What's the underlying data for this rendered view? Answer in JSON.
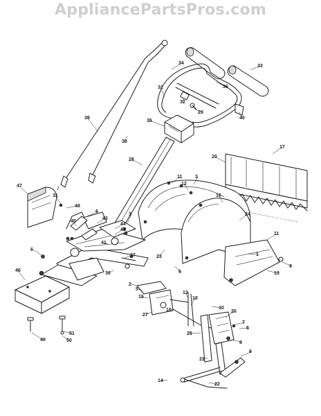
{
  "watermark": "AppliancePartsPros.com",
  "callouts": [
    {
      "id": "33",
      "label": "33"
    },
    {
      "id": "34",
      "label": "34"
    },
    {
      "id": "36",
      "label": "36"
    },
    {
      "id": "31a",
      "label": "31"
    },
    {
      "id": "32",
      "label": "32"
    },
    {
      "id": "29",
      "label": "29"
    },
    {
      "id": "40",
      "label": "40"
    },
    {
      "id": "39",
      "label": "39"
    },
    {
      "id": "35",
      "label": "35"
    },
    {
      "id": "38",
      "label": "38"
    },
    {
      "id": "17",
      "label": "17"
    },
    {
      "id": "20",
      "label": "20"
    },
    {
      "id": "28",
      "label": "28"
    },
    {
      "id": "11a",
      "label": "11"
    },
    {
      "id": "3a",
      "label": "3"
    },
    {
      "id": "12",
      "label": "12"
    },
    {
      "id": "47",
      "label": "47"
    },
    {
      "id": "16",
      "label": "16"
    },
    {
      "id": "31b",
      "label": "31"
    },
    {
      "id": "48",
      "label": "48"
    },
    {
      "id": "6a",
      "label": "6"
    },
    {
      "id": "43",
      "label": "43"
    },
    {
      "id": "45",
      "label": "45"
    },
    {
      "id": "3b",
      "label": "3"
    },
    {
      "id": "44",
      "label": "44"
    },
    {
      "id": "42",
      "label": "42"
    },
    {
      "id": "24",
      "label": "24"
    },
    {
      "id": "41",
      "label": "41"
    },
    {
      "id": "11b",
      "label": "11"
    },
    {
      "id": "6b",
      "label": "6"
    },
    {
      "id": "37",
      "label": "37"
    },
    {
      "id": "23",
      "label": "23"
    },
    {
      "id": "1",
      "label": "1"
    },
    {
      "id": "46",
      "label": "46"
    },
    {
      "id": "30",
      "label": "30"
    },
    {
      "id": "6c",
      "label": "6"
    },
    {
      "id": "9",
      "label": "9"
    },
    {
      "id": "19",
      "label": "19"
    },
    {
      "id": "2",
      "label": "2"
    },
    {
      "id": "5",
      "label": "5"
    },
    {
      "id": "15",
      "label": "15"
    },
    {
      "id": "13",
      "label": "13"
    },
    {
      "id": "18",
      "label": "18"
    },
    {
      "id": "10a",
      "label": "10"
    },
    {
      "id": "27",
      "label": "27"
    },
    {
      "id": "10b",
      "label": "10"
    },
    {
      "id": "26",
      "label": "26"
    },
    {
      "id": "7",
      "label": "7"
    },
    {
      "id": "6d",
      "label": "6"
    },
    {
      "id": "25",
      "label": "25"
    },
    {
      "id": "8",
      "label": "8"
    },
    {
      "id": "51",
      "label": "51"
    },
    {
      "id": "49",
      "label": "49"
    },
    {
      "id": "50",
      "label": "50"
    },
    {
      "id": "6e",
      "label": "6"
    },
    {
      "id": "21",
      "label": "21"
    },
    {
      "id": "14",
      "label": "14"
    },
    {
      "id": "22",
      "label": "22"
    }
  ]
}
